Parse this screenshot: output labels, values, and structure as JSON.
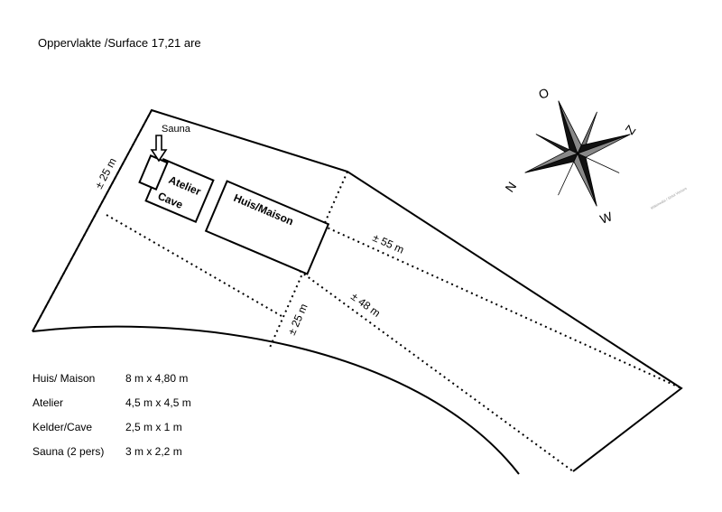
{
  "title": "Oppervlakte /Surface 17,21 are",
  "buildings": [
    {
      "id": "sauna",
      "label": "Sauna"
    },
    {
      "id": "atelier",
      "label": "Atelier"
    },
    {
      "id": "cave",
      "label": "Cave"
    },
    {
      "id": "house",
      "label": "Huis/Maison"
    }
  ],
  "measurements": [
    {
      "id": "left-side",
      "label": "± 25 m"
    },
    {
      "id": "middle",
      "label": "± 25 m"
    },
    {
      "id": "long-55",
      "label": "± 55 m"
    },
    {
      "id": "long-48",
      "label": "± 48 m"
    }
  ],
  "compass": {
    "north": "N",
    "east": "O",
    "south": "Z",
    "west": "W",
    "footnote": "Wikimedia / Sirlot Vectors"
  },
  "legend": [
    {
      "name": "Huis/ Maison",
      "dimensions": "8 m x 4,80 m"
    },
    {
      "name": "Atelier",
      "dimensions": "4,5 m x 4,5 m"
    },
    {
      "name": "Kelder/Cave",
      "dimensions": "2,5 m x 1 m"
    },
    {
      "name": "Sauna (2 pers)",
      "dimensions": "3 m x 2,2 m"
    }
  ]
}
